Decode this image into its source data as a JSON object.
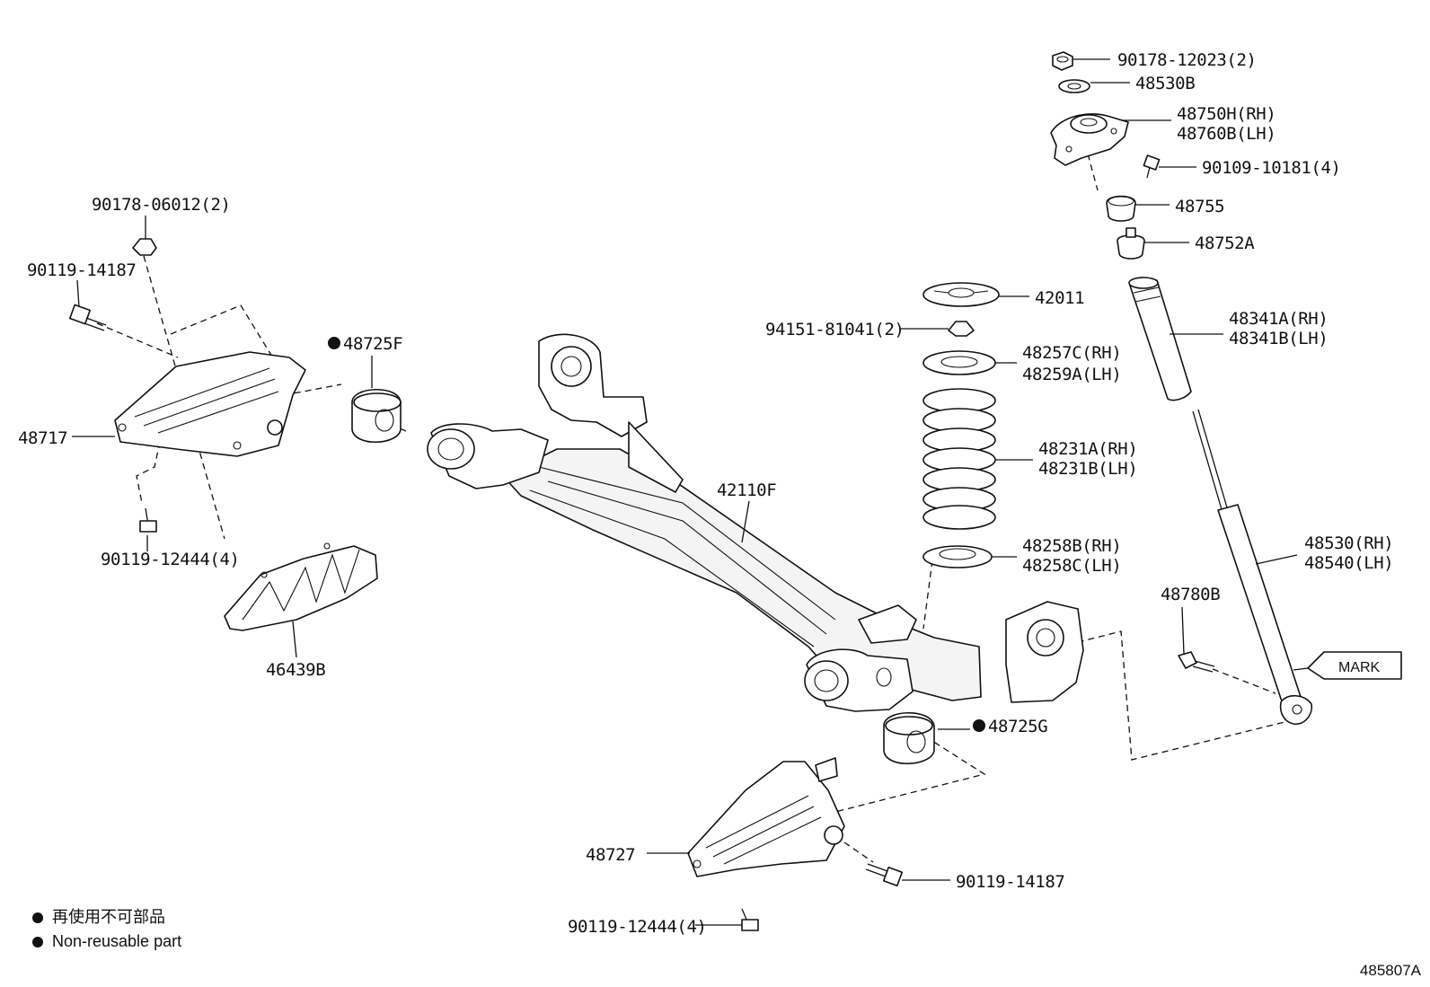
{
  "labels": {
    "l_90178_12023": "90178-12023(2)",
    "l_48530B": "48530B",
    "l_48750H": "48750H(RH)",
    "l_48760B": "48760B(LH)",
    "l_90109_10181": "90109-10181(4)",
    "l_48755": "48755",
    "l_48752A": "48752A",
    "l_42011": "42011",
    "l_94151": "94151-81041(2)",
    "l_48341A": "48341A(RH)",
    "l_48341B": "48341B(LH)",
    "l_48257C": "48257C(RH)",
    "l_48259A": "48259A(LH)",
    "l_48231A": "48231A(RH)",
    "l_48231B": "48231B(LH)",
    "l_48258B": "48258B(RH)",
    "l_48258C": "48258C(LH)",
    "l_48530RH": "48530(RH)",
    "l_48540LH": "48540(LH)",
    "l_48780B": "48780B",
    "l_mark": "MARK",
    "l_90178_06012": "90178-06012(2)",
    "l_90119_14187a": "90119-14187",
    "l_48725F": "48725F",
    "l_48717": "48717",
    "l_90119_12444a": "90119-12444(4)",
    "l_46439B": "46439B",
    "l_42110F": "42110F",
    "l_48725G": "48725G",
    "l_48727": "48727",
    "l_90119_14187b": "90119-14187",
    "l_90119_12444b": "90119-12444(4)"
  },
  "legend": {
    "ja": "再使用不可部品",
    "en": "Non-reusable part"
  },
  "doc_number": "485807A"
}
